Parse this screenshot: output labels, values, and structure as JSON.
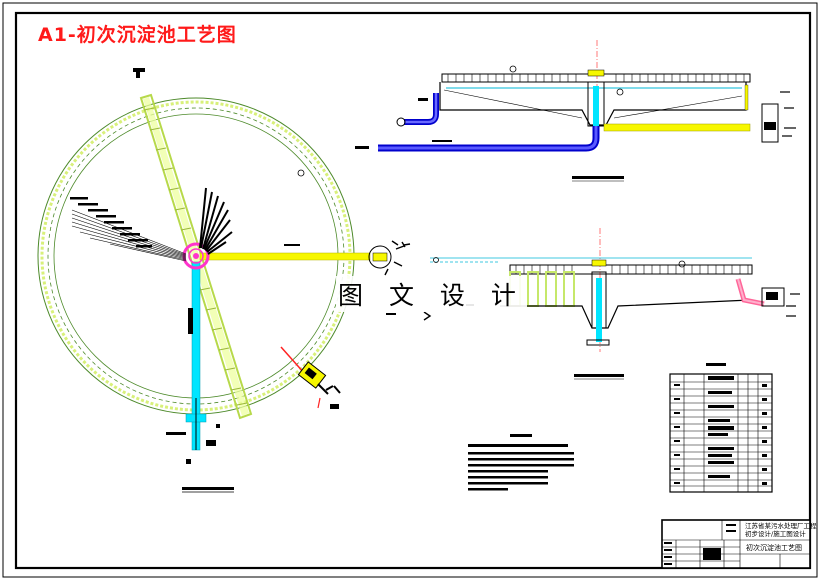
{
  "drawing": {
    "title": "A1-初次沉淀池工艺图",
    "watermark": "图 文 设 计",
    "title_block": {
      "row1": "江苏省某污水处理厂工程",
      "row2": "初步设计/施工图设计",
      "drawing_name": "初次沉淀池工艺图"
    }
  },
  "colors": {
    "title_red": "#ff1a1a",
    "pipe_blue": "#0000cc",
    "pipe_cyan": "#00e5ff",
    "sludge_yellow": "#f7f700",
    "scraper_green": "#e6ff99",
    "center_magenta": "#ff33cc",
    "outline": "#000000"
  },
  "icons": [
    "north-arrow-icon",
    "pipe-valve-icon",
    "magenta-center-well-icon"
  ]
}
